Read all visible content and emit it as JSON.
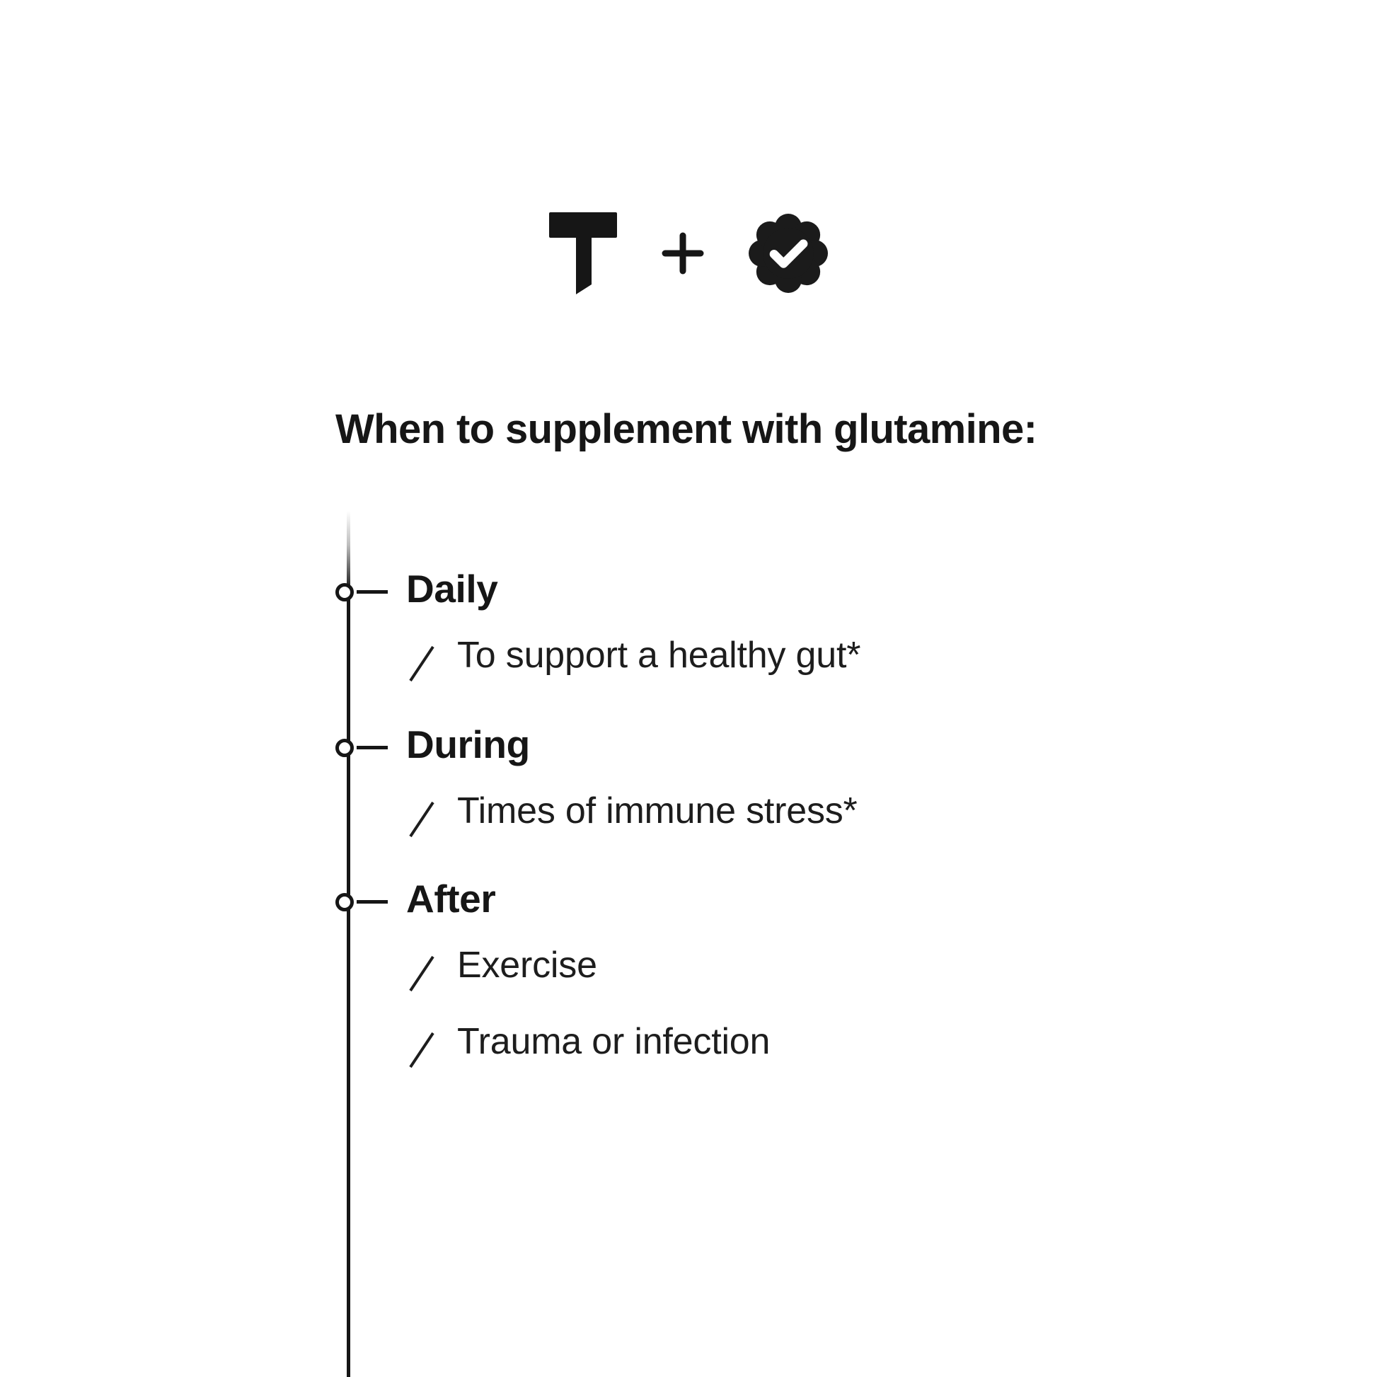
{
  "brand": {
    "mark_letter": "T",
    "connector": "+",
    "badge": "verified-check-badge",
    "accent_color": "#161616"
  },
  "heading": {
    "title": "When to supplement with glutamine:"
  },
  "timeline": {
    "rail_color": "#161616",
    "bullet_glyph": "/",
    "groups": [
      {
        "label": "Daily",
        "items": [
          {
            "text": "To support a healthy gut*"
          }
        ]
      },
      {
        "label": "During",
        "items": [
          {
            "text": "Times of immune stress*"
          }
        ]
      },
      {
        "label": "After",
        "items": [
          {
            "text": "Exercise"
          },
          {
            "text": "Trauma or infection"
          }
        ]
      }
    ]
  }
}
